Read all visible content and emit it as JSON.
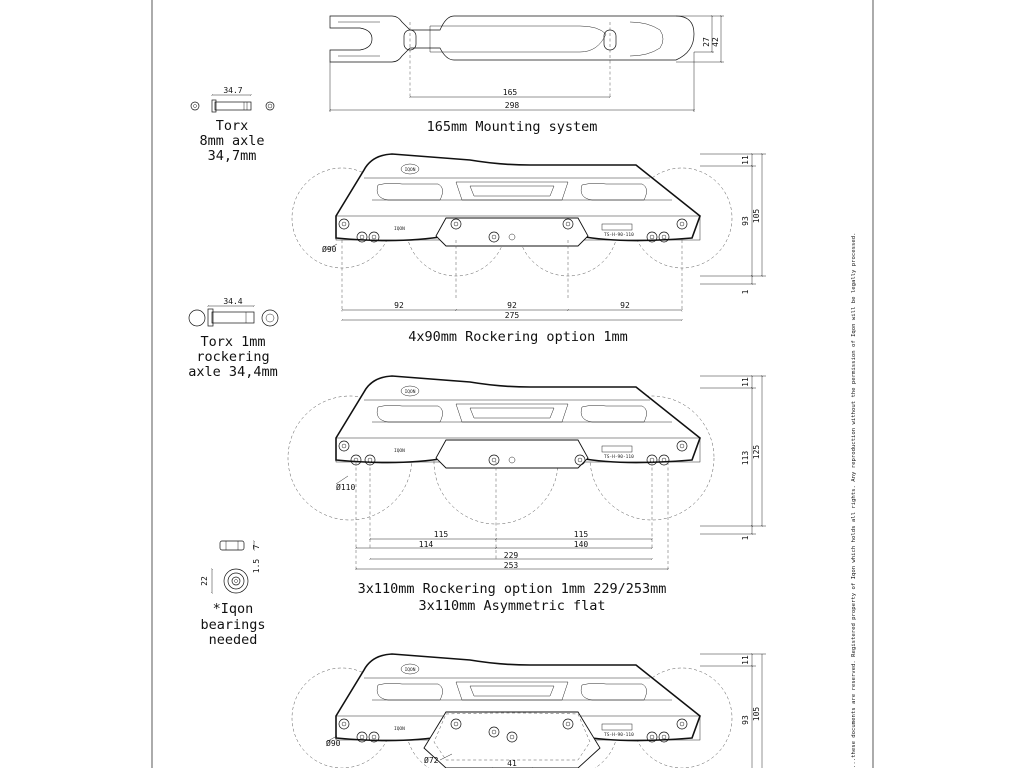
{
  "legal_notice": "...these documents are reserved. Registered property of Iqon which holds all rights. Any reproduction without the permission of Iqon will be legally processed.",
  "brand_mark": "IQON",
  "frame_code": "TS-H-90-110",
  "mounting": {
    "caption": "165mm Mounting system",
    "dim_holes": "165",
    "dim_length": "298",
    "dim_h1": "27",
    "dim_h2": "42"
  },
  "axle_1": {
    "dim": "34.7",
    "lines": [
      "Torx",
      "8mm axle",
      "34,7mm"
    ]
  },
  "axle_2": {
    "dim": "34.4",
    "lines": [
      "Torx 1mm",
      "rockering",
      "axle 34,4mm"
    ]
  },
  "bearing": {
    "dim_w": "7",
    "dim_w2": "1.5",
    "dim_d": "22",
    "lines": [
      "*Iqon",
      "bearings",
      "needed"
    ]
  },
  "frame_4x90": {
    "caption": "4x90mm Rockering option 1mm",
    "wheel": "Ø90",
    "spacing": [
      "92",
      "92",
      "92"
    ],
    "total": "275",
    "dim_top": "11",
    "dim_h1": "93",
    "dim_h2": "105",
    "dim_rocker": "1"
  },
  "frame_3x110": {
    "caption_1": "3x110mm Rockering option 1mm 229/253mm",
    "caption_2": "3x110mm Asymmetric flat",
    "wheel": "Ø110",
    "spacing_top": [
      "115",
      "115"
    ],
    "spacing_bottom": [
      "114",
      "140"
    ],
    "total_1": "229",
    "total_2": "253",
    "dim_top": "11",
    "dim_h1": "113",
    "dim_h2": "125",
    "dim_rocker": "1"
  },
  "frame_bottom": {
    "wheel_1": "Ø90",
    "wheel_2": "Ø72",
    "dim_mid": "41",
    "dim_top": "11",
    "dim_h1": "93",
    "dim_h2": "105"
  }
}
